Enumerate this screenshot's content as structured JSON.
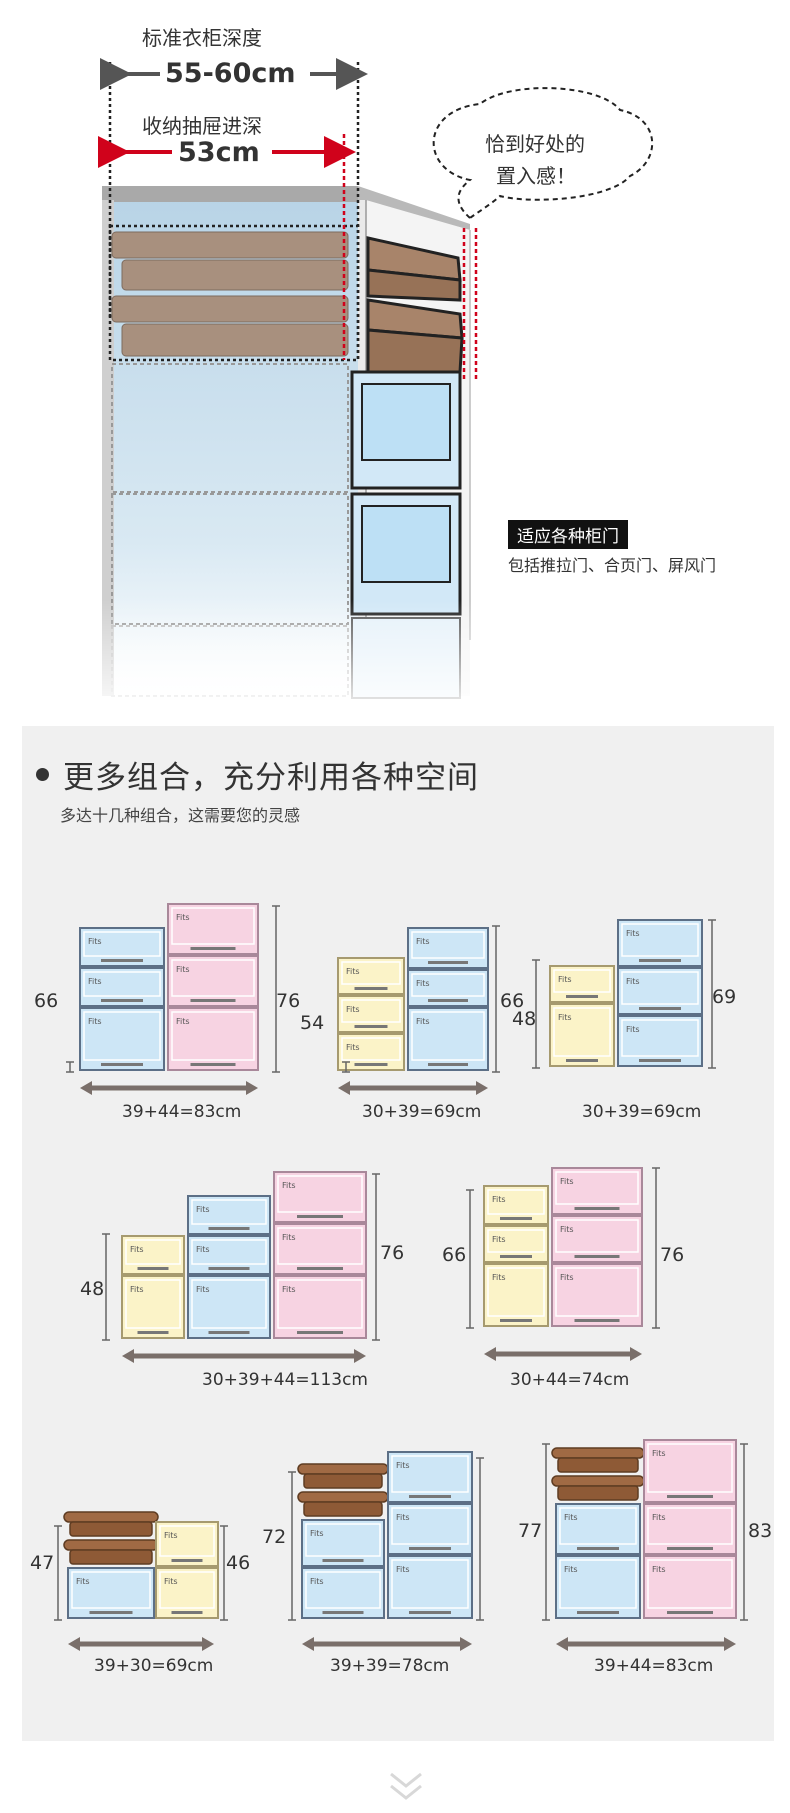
{
  "top": {
    "wardrobe_depth_label": "标准衣柜深度",
    "wardrobe_depth_value": "55-60cm",
    "drawer_depth_label": "收纳抽屉进深",
    "drawer_depth_value": "53cm",
    "bubble_line1": "恰到好处的",
    "bubble_line2": "置入感！",
    "door_badge": "适应各种柜门",
    "door_sub": "包括推拉门、合页门、屏风门"
  },
  "section": {
    "title": "更多组合，充分利用各种空间",
    "subtitle": "多达十几种组合，这需要您的灵感"
  },
  "brand_label": "Fits",
  "combos": [
    {
      "left_height": "66",
      "right_height": "76",
      "width_label": "39+44=83cm"
    },
    {
      "left_height": "54",
      "right_height": "66",
      "width_label": "30+39=69cm"
    },
    {
      "left_height": "48",
      "right_height": "69",
      "width_label": "30+39=69cm"
    },
    {
      "left_height": "48",
      "right_height": "76",
      "width_label": "30+39+44=113cm"
    },
    {
      "left_height": "66",
      "right_height": "76",
      "width_label": "30+44=74cm"
    },
    {
      "left_height": "47",
      "right_height": "46",
      "width_label": "39+30=69cm"
    },
    {
      "left_height": "72",
      "right_height": "",
      "width_label": "39+39=78cm"
    },
    {
      "left_height": "77",
      "right_height": "83",
      "width_label": "39+44=83cm"
    }
  ],
  "colors": {
    "blue_drawer": "#cde6f6",
    "pink_drawer": "#f7d3e2",
    "yellow_drawer": "#fbf3c8",
    "brown_tray": "#a06a44",
    "measure_arrow": "#7a6f6a",
    "red_arrow": "#d0021b",
    "panel_bg": "#f0f0f0"
  }
}
